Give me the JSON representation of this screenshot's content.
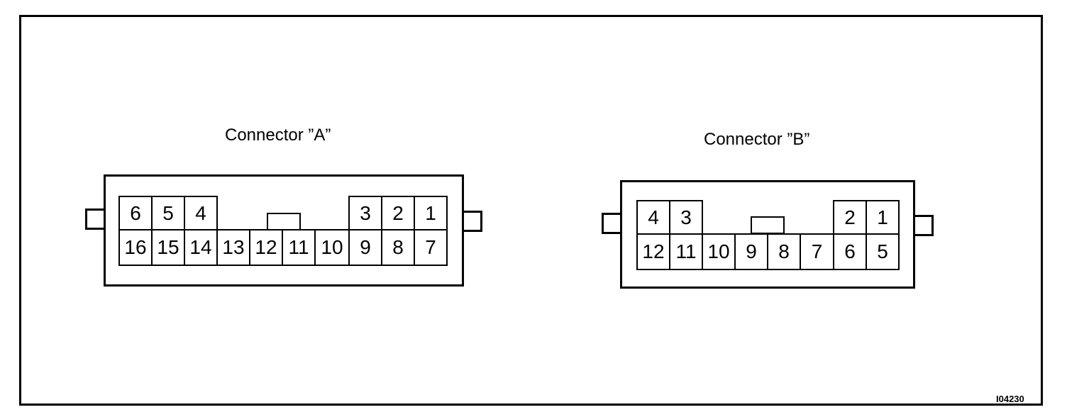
{
  "figure_code": "I04230",
  "connector_a": {
    "title": "Connector ”A”",
    "top_row": [
      "6",
      "5",
      "4",
      "3",
      "2",
      "1"
    ],
    "bottom_row": [
      "16",
      "15",
      "14",
      "13",
      "12",
      "11",
      "10",
      "9",
      "8",
      "7"
    ]
  },
  "connector_b": {
    "title": "Connector ”B”",
    "top_row": [
      "4",
      "3",
      "2",
      "1"
    ],
    "bottom_row": [
      "12",
      "11",
      "10",
      "9",
      "8",
      "7",
      "6",
      "5"
    ]
  }
}
